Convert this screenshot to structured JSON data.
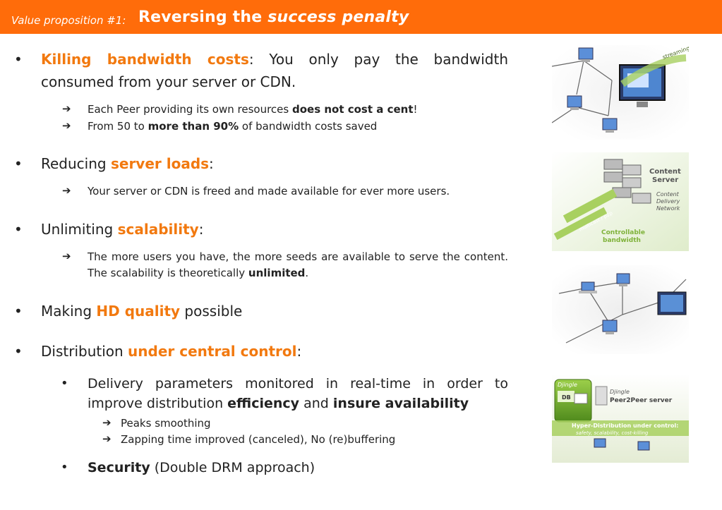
{
  "header": {
    "small": "Value proposition #1:",
    "big_a": "Reversing the ",
    "big_b": "success penalty"
  },
  "bullets": {
    "b1": {
      "highlight": "Killing bandwidth costs",
      "rest_line1": ": You only pay the bandwidth",
      "line2": "consumed from your server or CDN.",
      "sub1_a": "Each Peer providing its own resources ",
      "sub1_b": "does not cost a cent",
      "sub1_c": "!",
      "sub2_a": "From 50 to ",
      "sub2_b": "more than 90%",
      "sub2_c": " of bandwidth costs saved"
    },
    "b2": {
      "pre": "Reducing ",
      "highlight": "server loads",
      "post": ":",
      "sub1": "Your server or CDN is freed and made available for ever more users."
    },
    "b3": {
      "pre": "Unlimiting ",
      "highlight": "scalability",
      "post": ":",
      "sub1_l1": "The more users you have, the more seeds are available to serve the content.",
      "sub1_l2_a": "The scalability is theoretically ",
      "sub1_l2_b": "unlimited",
      "sub1_l2_c": "."
    },
    "b4": {
      "pre": "Making ",
      "highlight": "HD quality",
      "post": " possible"
    },
    "b5": {
      "pre": "Distribution ",
      "highlight": "under central control",
      "post": ":",
      "sub1_l1": "Delivery parameters monitored in real-time in order to",
      "sub1_l2_a": "improve distribution ",
      "sub1_l2_b": "efficiency",
      "sub1_l2_c": " and ",
      "sub1_l2_d": "insure availability",
      "subsub1": "Peaks smoothing",
      "subsub2": "Zapping time improved (canceled), No (re)buffering",
      "sub2_a": "Security",
      "sub2_b": " (Double DRM approach)"
    }
  },
  "images": {
    "img1": {
      "label": "streaming"
    },
    "img2": {
      "label1": "Content",
      "label2": "Server",
      "label3": "Content",
      "label4": "Delivery",
      "label5": "Network",
      "label6": "Controllable",
      "label7": "bandwidth",
      "label8": "multicast / p2p"
    },
    "img3": {},
    "img4": {
      "label1": "Djingle",
      "label2": "DB",
      "label3": "Djingle",
      "label4": "Peer2Peer server",
      "label5": "Hyper-Distribution under control:",
      "label6": "safety, scalability, cost-killing"
    }
  },
  "colors": {
    "orange": "#ff6c0a",
    "highlight": "#f2790f"
  }
}
